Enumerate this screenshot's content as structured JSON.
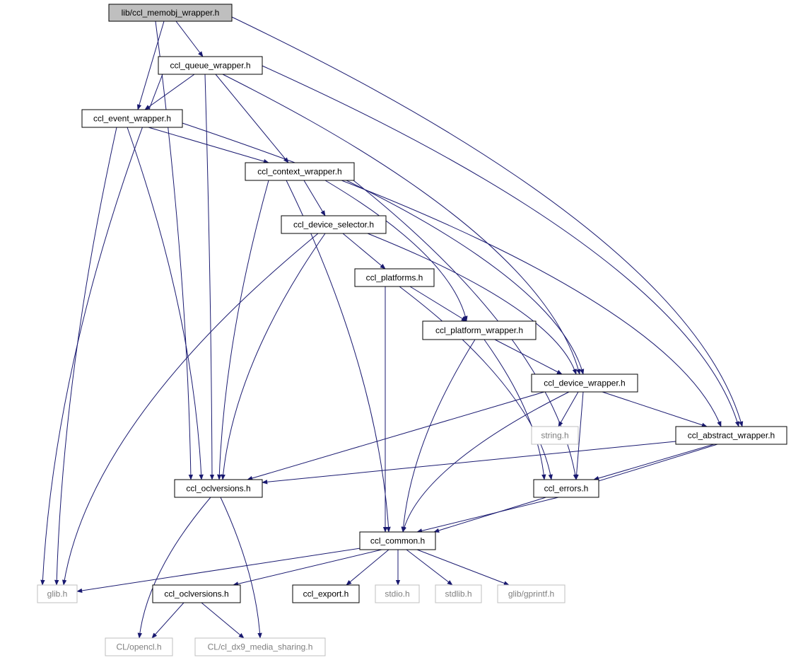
{
  "diagram": {
    "colors": {
      "edge": "#191970",
      "box_border_solid": "#000000",
      "box_border_gray": "#bfbfbf",
      "text_dark": "#000000",
      "text_gray": "#7f7f7f",
      "root_fill": "#bfbfbf",
      "node_fill": "#ffffff"
    },
    "nodes": [
      {
        "id": "root",
        "label": "lib/ccl_memobj_wrapper.h",
        "style": "root"
      },
      {
        "id": "queue",
        "label": "ccl_queue_wrapper.h",
        "style": "solid"
      },
      {
        "id": "event",
        "label": "ccl_event_wrapper.h",
        "style": "solid"
      },
      {
        "id": "context",
        "label": "ccl_context_wrapper.h",
        "style": "solid"
      },
      {
        "id": "devsel",
        "label": "ccl_device_selector.h",
        "style": "solid"
      },
      {
        "id": "platforms",
        "label": "ccl_platforms.h",
        "style": "solid"
      },
      {
        "id": "platwrap",
        "label": "ccl_platform_wrapper.h",
        "style": "solid"
      },
      {
        "id": "devwrap",
        "label": "ccl_device_wrapper.h",
        "style": "solid"
      },
      {
        "id": "string",
        "label": "string.h",
        "style": "gray"
      },
      {
        "id": "abstract",
        "label": "ccl_abstract_wrapper.h",
        "style": "solid"
      },
      {
        "id": "oclv1",
        "label": "ccl_oclversions.h",
        "style": "solid"
      },
      {
        "id": "errors",
        "label": "ccl_errors.h",
        "style": "solid"
      },
      {
        "id": "common",
        "label": "ccl_common.h",
        "style": "solid"
      },
      {
        "id": "glib",
        "label": "glib.h",
        "style": "gray"
      },
      {
        "id": "oclv2",
        "label": "ccl_oclversions.h",
        "style": "solid"
      },
      {
        "id": "export",
        "label": "ccl_export.h",
        "style": "solid"
      },
      {
        "id": "stdio",
        "label": "stdio.h",
        "style": "gray"
      },
      {
        "id": "stdlib",
        "label": "stdlib.h",
        "style": "gray"
      },
      {
        "id": "gprintf",
        "label": "glib/gprintf.h",
        "style": "gray"
      },
      {
        "id": "opencl",
        "label": "CL/opencl.h",
        "style": "gray"
      },
      {
        "id": "dx9",
        "label": "CL/cl_dx9_media_sharing.h",
        "style": "gray"
      }
    ],
    "edges": [
      {
        "from": "root",
        "to": "queue"
      },
      {
        "from": "root",
        "to": "event"
      },
      {
        "from": "root",
        "to": "oclv1"
      },
      {
        "from": "root",
        "to": "abstract"
      },
      {
        "from": "queue",
        "to": "event"
      },
      {
        "from": "queue",
        "to": "context"
      },
      {
        "from": "queue",
        "to": "devwrap"
      },
      {
        "from": "queue",
        "to": "abstract"
      },
      {
        "from": "queue",
        "to": "oclv1"
      },
      {
        "from": "queue",
        "to": "glib"
      },
      {
        "from": "event",
        "to": "context"
      },
      {
        "from": "event",
        "to": "abstract"
      },
      {
        "from": "event",
        "to": "oclv1"
      },
      {
        "from": "event",
        "to": "glib"
      },
      {
        "from": "context",
        "to": "devsel"
      },
      {
        "from": "context",
        "to": "platwrap"
      },
      {
        "from": "context",
        "to": "devwrap"
      },
      {
        "from": "context",
        "to": "oclv1"
      },
      {
        "from": "context",
        "to": "common"
      },
      {
        "from": "context",
        "to": "errors"
      },
      {
        "from": "devsel",
        "to": "platforms"
      },
      {
        "from": "devsel",
        "to": "devwrap"
      },
      {
        "from": "devsel",
        "to": "oclv1"
      },
      {
        "from": "devsel",
        "to": "glib"
      },
      {
        "from": "platforms",
        "to": "platwrap"
      },
      {
        "from": "platforms",
        "to": "common"
      },
      {
        "from": "platforms",
        "to": "errors"
      },
      {
        "from": "platwrap",
        "to": "devwrap"
      },
      {
        "from": "platwrap",
        "to": "common"
      },
      {
        "from": "platwrap",
        "to": "errors"
      },
      {
        "from": "devwrap",
        "to": "string"
      },
      {
        "from": "devwrap",
        "to": "abstract"
      },
      {
        "from": "devwrap",
        "to": "oclv1"
      },
      {
        "from": "devwrap",
        "to": "errors"
      },
      {
        "from": "devwrap",
        "to": "common"
      },
      {
        "from": "abstract",
        "to": "oclv1"
      },
      {
        "from": "abstract",
        "to": "errors"
      },
      {
        "from": "abstract",
        "to": "common"
      },
      {
        "from": "oclv1",
        "to": "opencl"
      },
      {
        "from": "oclv1",
        "to": "dx9"
      },
      {
        "from": "errors",
        "to": "common"
      },
      {
        "from": "common",
        "to": "glib"
      },
      {
        "from": "common",
        "to": "oclv2"
      },
      {
        "from": "common",
        "to": "export"
      },
      {
        "from": "common",
        "to": "stdio"
      },
      {
        "from": "common",
        "to": "stdlib"
      },
      {
        "from": "common",
        "to": "gprintf"
      },
      {
        "from": "oclv2",
        "to": "opencl"
      },
      {
        "from": "oclv2",
        "to": "dx9"
      }
    ]
  }
}
